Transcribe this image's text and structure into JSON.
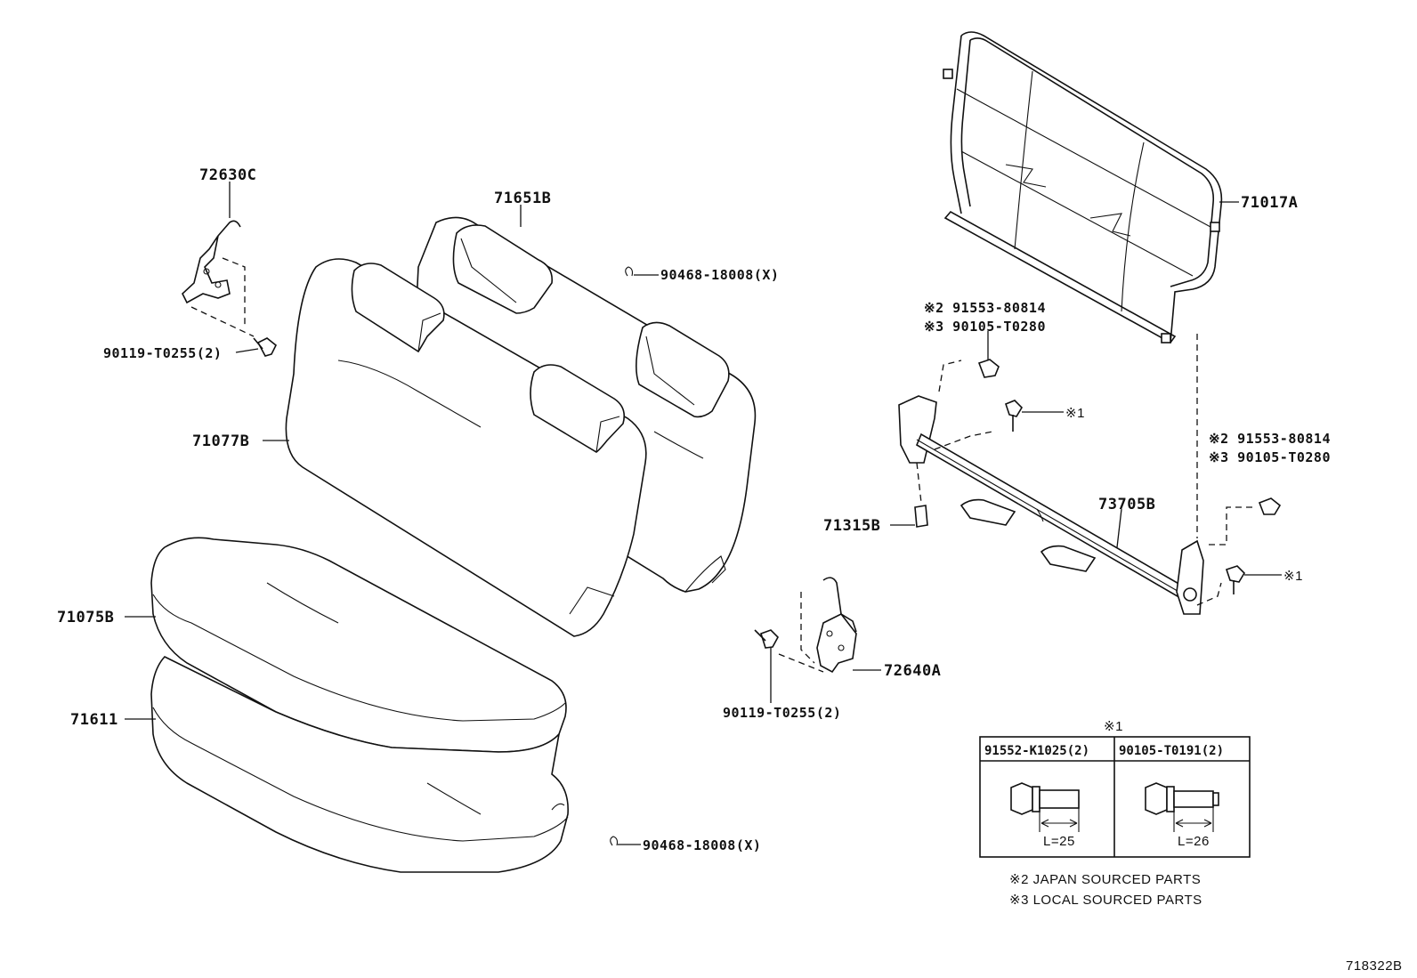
{
  "labels": {
    "p72630C": "72630C",
    "p71651B": "71651B",
    "p90468_top": "90468-18008(X)",
    "p71017A": "71017A",
    "p90119_left": "90119-T0255(2)",
    "p71077B": "71077B",
    "p91553_a": "※2 91553-80814",
    "p90105_a": "※3 90105-T0280",
    "ref1_a": "※1",
    "p91553_b": "※2 91553-80814",
    "p90105_b": "※3 90105-T0280",
    "p73705B": "73705B",
    "p71315B": "71315B",
    "ref1_b": "※1",
    "p71075B": "71075B",
    "p72640A": "72640A",
    "p71611": "71611",
    "p90119_right": "90119-T0255(2)",
    "p90468_bottom": "90468-18008(X)"
  },
  "table": {
    "marker": "※1",
    "col1_header": "91552-K1025(2)",
    "col2_header": "90105-T0191(2)",
    "col1_dim": "L=25",
    "col2_dim": "L=26"
  },
  "notes": {
    "note2": "※2 JAPAN SOURCED PARTS",
    "note3": "※3 LOCAL SOURCED PARTS"
  },
  "figure_id": "718322B"
}
